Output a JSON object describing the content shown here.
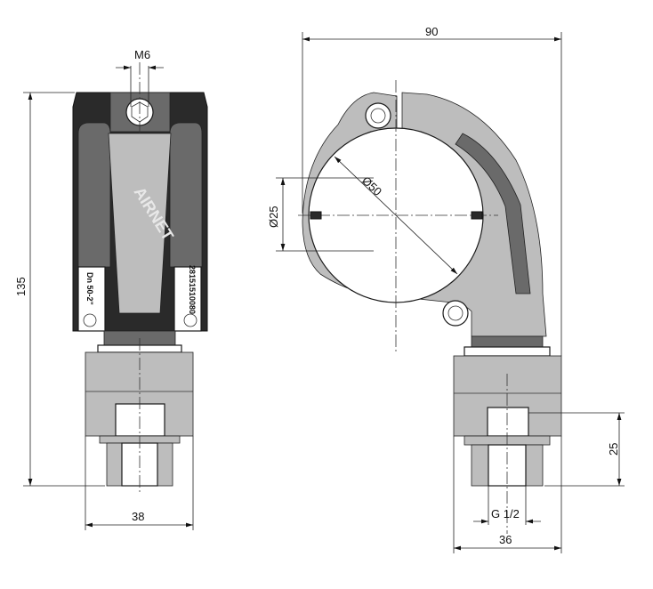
{
  "dimensions": {
    "thread_top": "M6",
    "height_total": "135",
    "width_front": "38",
    "width_side_total": "90",
    "pipe_diameter": "Ø50",
    "inner_diameter": "Ø25",
    "outlet_height": "25",
    "outlet_thread": "G 1/2",
    "width_side_base": "36"
  },
  "markings": {
    "brand": "AIRNET",
    "size_code": "Dn 50-2\"",
    "part_number": "28151510080"
  },
  "colors": {
    "line": "#1a1a1a",
    "dark_fill": "#2a2a2a",
    "mid_fill": "#6a6a6a",
    "light_fill": "#bdbdbd",
    "background": "#ffffff"
  }
}
